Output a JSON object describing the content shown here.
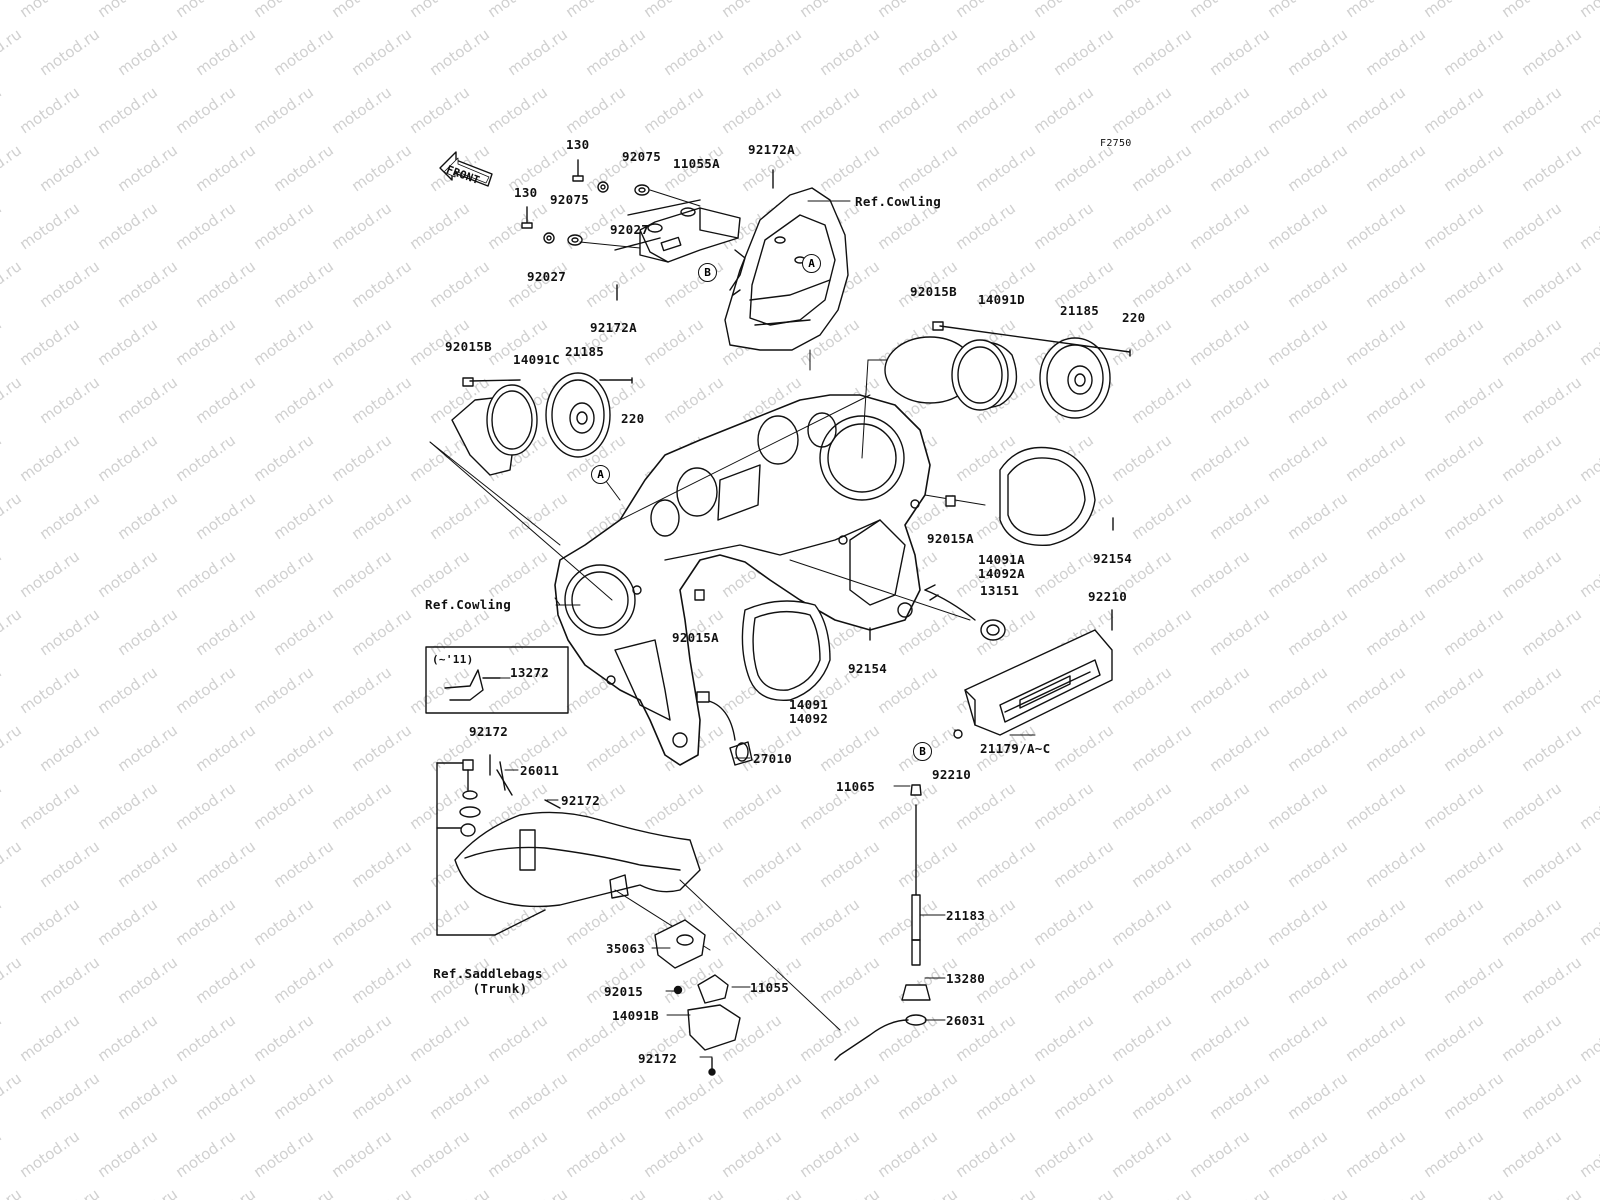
{
  "diagram_code": "F2750",
  "front_label": "FRONT",
  "watermark_text": "motod.ru",
  "colors": {
    "line": "#111111",
    "background": "#ffffff",
    "watermark": "#d0d0d0"
  },
  "refs": {
    "cowling_top": "Ref.Cowling",
    "cowling_left": "Ref.Cowling",
    "saddlebags_line1": "Ref.Saddlebags",
    "saddlebags_line2": "(Trunk)"
  },
  "inset": {
    "year_note": "(~'11)",
    "part": "13272"
  },
  "circled_markers": {
    "a": "A",
    "b": "B"
  },
  "parts": {
    "p130_a": "130",
    "p130_b": "130",
    "p92075_a": "92075",
    "p92075_b": "92075",
    "p92027_a": "92027",
    "p92027_b": "92027",
    "p11055A": "11055A",
    "p92172A_a": "92172A",
    "p92172A_b": "92172A",
    "p92015B_l": "92015B",
    "p14091C": "14091C",
    "p21185_l": "21185",
    "p220_l": "220",
    "p92015B_r": "92015B",
    "p14091D": "14091D",
    "p21185_r": "21185",
    "p220_r": "220",
    "p92015A_r": "92015A",
    "p14091A": "14091A",
    "p14092A": "14092A",
    "p92154_r": "92154",
    "p13151": "13151",
    "p92210_a": "92210",
    "p92210_b": "92210",
    "p92015A_l": "92015A",
    "p92154_l": "92154",
    "p14091": "14091",
    "p14092": "14092",
    "p21179": "21179/A~C",
    "p27010": "27010",
    "p92172_a": "92172",
    "p26011": "26011",
    "p92172_b": "92172",
    "p11065": "11065",
    "p21183": "21183",
    "p13280": "13280",
    "p26031": "26031",
    "p35063": "35063",
    "p92015": "92015",
    "p11055": "11055",
    "p14091B": "14091B",
    "p92172_c": "92172"
  }
}
